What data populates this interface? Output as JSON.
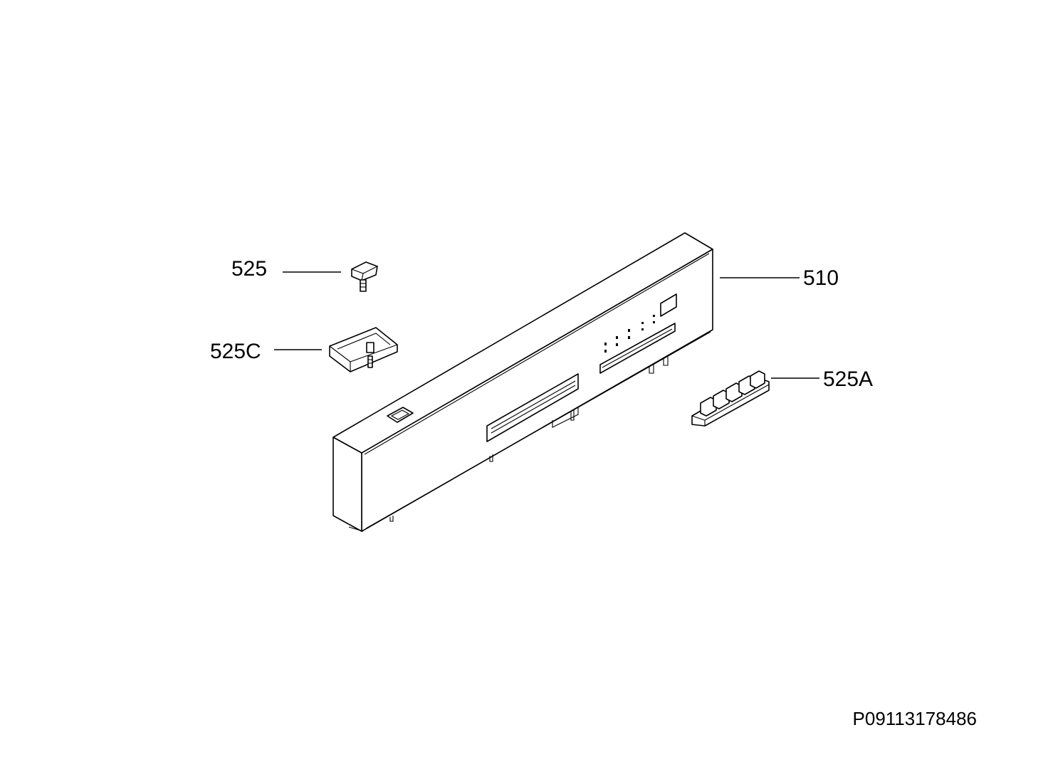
{
  "callouts": {
    "part_525": "525",
    "part_525c": "525C",
    "part_510": "510",
    "part_525a": "525A"
  },
  "document_number": "P09113178486",
  "colors": {
    "background": "#ffffff",
    "line": "#000000"
  }
}
